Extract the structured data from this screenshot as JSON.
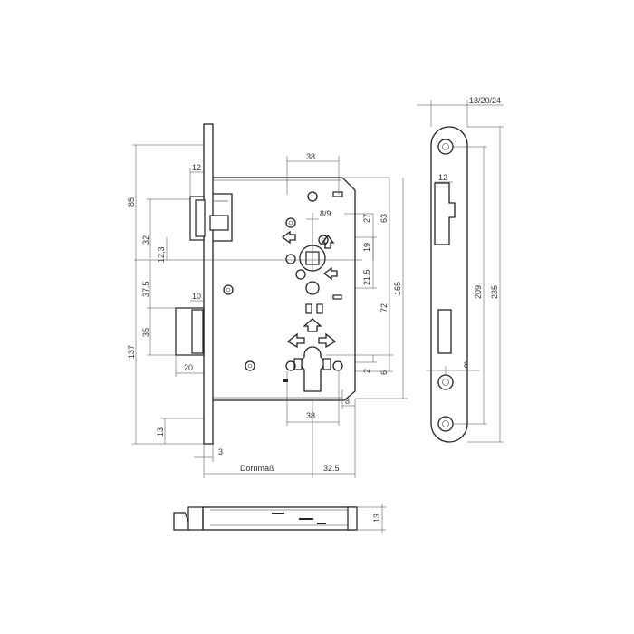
{
  "front_view": {
    "dims": {
      "width_38_top": "38",
      "bolt_12": "12",
      "h85": "85",
      "h32": "32",
      "h12_3": "12,3",
      "h37_5": "37.5",
      "d10": "10",
      "h35": "35",
      "h137": "137",
      "d20": "20",
      "h13": "13",
      "d3": "3",
      "backset": "Dornmaß",
      "d32_5": "32.5",
      "d8_9": "8/9",
      "h27": "27",
      "h63": "63",
      "h19": "19",
      "h21_5": "21.5",
      "h165": "165",
      "h72": "72",
      "h2": "2",
      "h6": "6",
      "d8_bottom": "8",
      "width_38_bottom": "38"
    }
  },
  "faceplate_view": {
    "dims": {
      "thickness": "18/20/24",
      "opening_12": "12",
      "h209": "209",
      "h235": "235",
      "d8": "8"
    }
  },
  "side_view": {
    "dims": {
      "h13": "13"
    }
  }
}
